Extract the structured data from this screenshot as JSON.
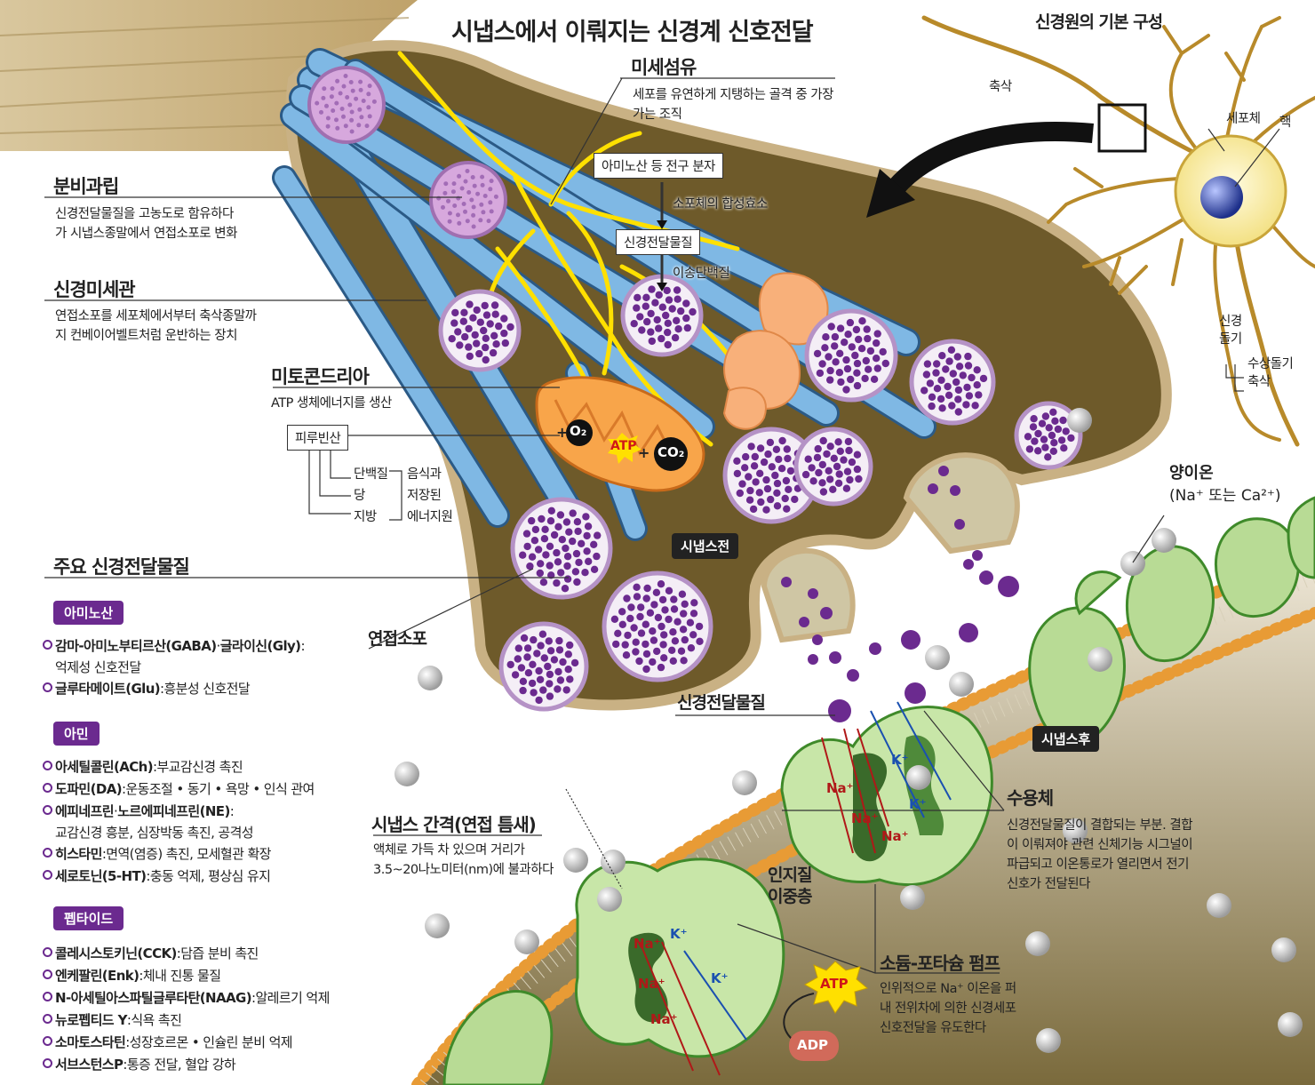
{
  "title": "시냅스에서 이뤄지는 신경계 신호전달",
  "neuron": {
    "title": "신경원의 기본 구성",
    "axon_top": "축삭",
    "cell_body": "세포체",
    "nucleus": "핵",
    "nerve_process_1": "신경",
    "nerve_process_2": "돌기",
    "dendrite": "수상돌기",
    "axon_bottom": "축삭"
  },
  "microfilament": {
    "title": "미세섬유",
    "desc": "세포를 유연하게 지탱하는 골격 중 가장 가는 조직"
  },
  "synthesis": {
    "precursor": "아미노산 등 전구 분자",
    "enzyme": "소포체의 합성효소",
    "neurotransmitter": "신경전달물질",
    "transporter": "이송단백질"
  },
  "granule": {
    "title": "분비과립",
    "desc": "신경전달물질을 고농도로 함유하다가 시냅스종말에서 연접소포로 변화"
  },
  "microtubule": {
    "title": "신경미세관",
    "desc": "연접소포를 세포체에서부터 축삭종말까지 컨베이어벨트처럼 운반하는 장치"
  },
  "mitochondria": {
    "title": "미토콘드리아",
    "desc": "ATP 생체에너지를 생산",
    "pyruvate": "피루빈산",
    "protein": "단백질",
    "sugar": "당",
    "fat": "지방",
    "energy_1": "음식과",
    "energy_2": "저장된",
    "energy_3": "에너지원",
    "o2": "O₂",
    "atp": "ATP",
    "co2": "CO₂",
    "plus": "+"
  },
  "presynaptic": "시냅스전",
  "postsynaptic": "시냅스후",
  "vesicle_label": "연접소포",
  "nt_label": "신경전달물질",
  "cation": {
    "line1": "양이온",
    "line2": "(Na⁺ 또는 Ca²⁺)"
  },
  "cleft": {
    "title": "시냅스 간격(연접 틈새)",
    "desc": "액체로 가득 차 있으며 거리가 3.5~20나노미터(nm)에 불과하다"
  },
  "lipid": {
    "line1": "인지질",
    "line2": "이중층"
  },
  "receptor": {
    "title": "수용체",
    "desc": "신경전달물질이 결합되는 부분. 결합이 이뤄져야 관련 신체기능 시그널이 파급되고 이온통로가 열리면서 전기신호가 전달된다"
  },
  "pump": {
    "title": "소듐-포타슘 펌프",
    "desc": "인위적으로 Na⁺ 이온을 퍼내 전위차에 의한 신경세포 신호전달을 유도한다",
    "atp": "ATP",
    "adp": "ADP"
  },
  "ions": {
    "na": "Na⁺",
    "k": "K⁺"
  },
  "transmitters": {
    "title": "주요 신경전달물질",
    "groups": [
      {
        "name": "아미노산",
        "items": [
          {
            "name": "감마-아미노부티르산(GABA)",
            "sep": "·",
            "name2": "글라이신(Gly)",
            "desc": ":",
            "desc2": "억제성 신호전달"
          },
          {
            "name": "글루타메이트(Glu)",
            "desc": ":흥분성 신호전달"
          }
        ]
      },
      {
        "name": "아민",
        "items": [
          {
            "name": "아세틸콜린(ACh)",
            "desc": ":부교감신경 촉진"
          },
          {
            "name": "도파민(DA)",
            "desc": ":운동조절 • 동기 • 욕망 • 인식 관여"
          },
          {
            "name": "에피네프린",
            "sep": "·",
            "name2": "노르에피네프린(NE)",
            "desc": ":",
            "desc2": "교감신경 흥분, 심장박동 촉진, 공격성"
          },
          {
            "name": "히스타민",
            "desc": ":면역(염증) 촉진, 모세혈관 확장"
          },
          {
            "name": "세로토닌(5-HT)",
            "desc": ":충동 억제, 평상심 유지"
          }
        ]
      },
      {
        "name": "펩타이드",
        "items": [
          {
            "name": "콜레시스토키닌(CCK)",
            "desc": ":담즙 분비 촉진"
          },
          {
            "name": "엔케팔린(Enk)",
            "desc": ":체내 진통 물질"
          },
          {
            "name": "N-아세틸아스파틸글루타탄(NAAG)",
            "desc": ":알레르기 억제"
          },
          {
            "name": "뉴로펩티드 Y",
            "desc": ":식욕 촉진"
          },
          {
            "name": "소마토스타틴",
            "desc": ":성장호르몬 • 인슐린 분비 억제"
          },
          {
            "name": "서브스턴스P",
            "desc": ":통증 전달, 혈압 강하"
          }
        ]
      }
    ]
  },
  "colors": {
    "bouton": "#6e5a2a",
    "membrane": "#c9b184",
    "tube": "#7fb8e4",
    "vesicle": "#6b2a8f",
    "receptor": "#c8e6a8",
    "accent": "#6b2a8f"
  }
}
